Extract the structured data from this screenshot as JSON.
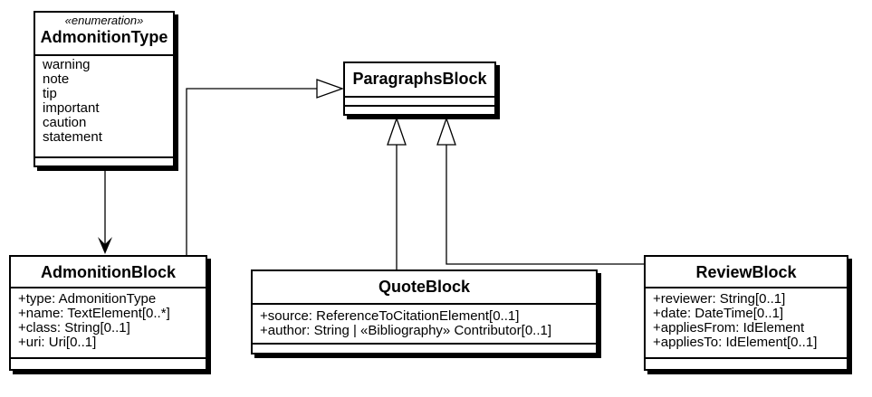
{
  "diagram": {
    "classes": {
      "admonition_type": {
        "stereotype": "«enumeration»",
        "name": "AdmonitionType",
        "attributes": [
          "warning",
          "note",
          "tip",
          "important",
          "caution",
          "statement"
        ]
      },
      "paragraphs_block": {
        "name": "ParagraphsBlock",
        "attributes": []
      },
      "admonition_block": {
        "name": "AdmonitionBlock",
        "attributes": [
          "+type: AdmonitionType",
          "+name: TextElement[0..*]",
          "+class: String[0..1]",
          "+uri: Uri[0..1]"
        ]
      },
      "quote_block": {
        "name": "QuoteBlock",
        "attributes": [
          "+source: ReferenceToCitationElement[0..1]",
          "+author: String | «Bibliography» Contributor[0..1]"
        ]
      },
      "review_block": {
        "name": "ReviewBlock",
        "attributes": [
          "+reviewer: String[0..1]",
          "+date: DateTime[0..1]",
          "+appliesFrom: IdElement",
          "+appliesTo: IdElement[0..1]"
        ]
      }
    },
    "relations": [
      {
        "type": "association",
        "from": "AdmonitionType",
        "to": "AdmonitionBlock"
      },
      {
        "type": "generalization",
        "from": "AdmonitionBlock",
        "to": "ParagraphsBlock"
      },
      {
        "type": "generalization",
        "from": "QuoteBlock",
        "to": "ParagraphsBlock"
      },
      {
        "type": "generalization",
        "from": "ReviewBlock",
        "to": "ParagraphsBlock"
      }
    ]
  }
}
